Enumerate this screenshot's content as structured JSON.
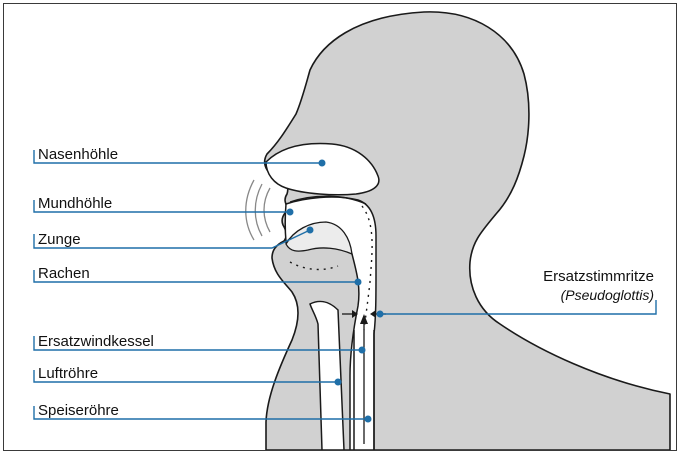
{
  "diagram": {
    "colors": {
      "head_fill": "#d1d1d1",
      "outline": "#1a1a1a",
      "leader": "#1f6fa8",
      "dot": "#1f6fa8",
      "frame": "#3a3a3a"
    },
    "labels": {
      "nasenhoehle": "Nasenhöhle",
      "mundhoehle": "Mundhöhle",
      "zunge": "Zunge",
      "rachen": "Rachen",
      "ersatzwindkessel": "Ersatzwindkessel",
      "luftroehre": "Luftröhre",
      "speiseroehre": "Speiseröhre",
      "ersatzstimmritze": "Ersatzstimmritze",
      "pseudoglottis": "(Pseudoglottis)"
    }
  }
}
